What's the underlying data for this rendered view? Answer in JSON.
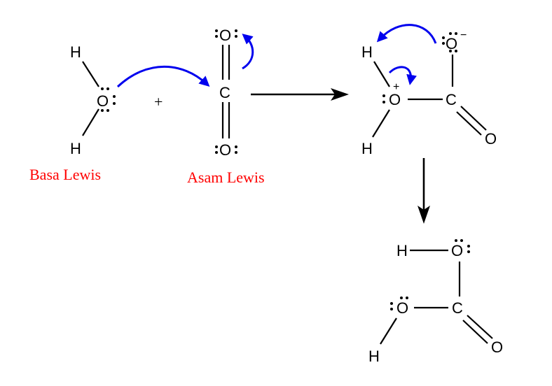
{
  "atoms": {
    "oxygen": "O",
    "carbon": "C",
    "hydrogen": "H"
  },
  "charges": {
    "plus": "+",
    "minus": "−"
  },
  "operator": "+",
  "labels": {
    "lewis_base": "Basa Lewis",
    "lewis_acid": "Asam Lewis"
  },
  "colors": {
    "label_red": "#ff0000",
    "curly_arrow_blue": "#0000ee",
    "structure_black": "#000000"
  }
}
